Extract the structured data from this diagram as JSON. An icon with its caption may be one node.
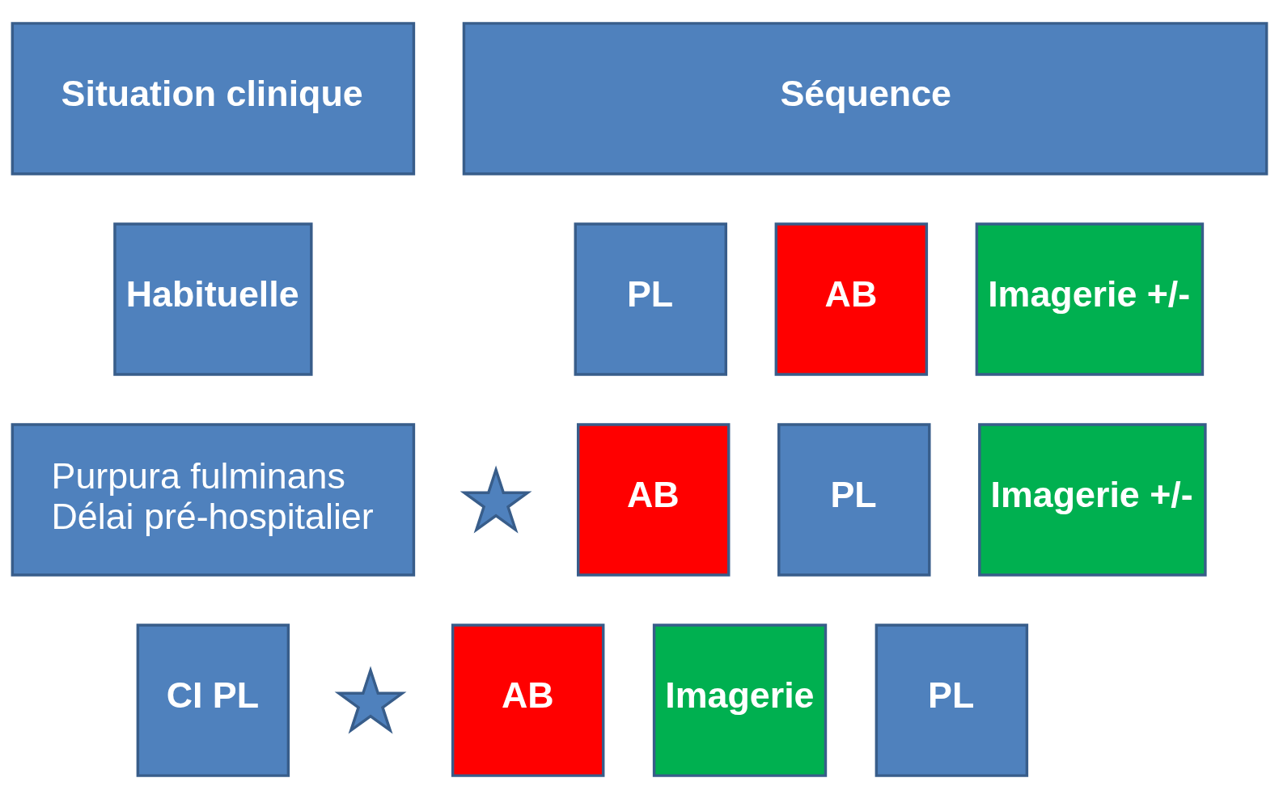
{
  "diagram": {
    "nodes": [
      {
        "text": [
          "Situation clinique"
        ]
      },
      {
        "text": [
          "Séquence"
        ]
      },
      {
        "text": [
          "Habituelle"
        ]
      },
      {
        "text": [
          "PL"
        ]
      },
      {
        "text": [
          "AB"
        ]
      },
      {
        "text": [
          "Imagerie +/-"
        ]
      },
      {
        "text": [
          "Purpura fulminans",
          "Délai pré-hospitalier"
        ]
      },
      {
        "text": [],
        "shape": "star"
      },
      {
        "text": [
          "AB"
        ]
      },
      {
        "text": [
          "PL"
        ]
      },
      {
        "text": [
          "Imagerie +/-"
        ]
      },
      {
        "text": [
          "CI PL"
        ]
      },
      {
        "text": [],
        "shape": "star"
      },
      {
        "text": [
          "AB"
        ]
      },
      {
        "text": [
          "Imagerie"
        ]
      },
      {
        "text": [
          "PL"
        ]
      }
    ],
    "edges": []
  }
}
